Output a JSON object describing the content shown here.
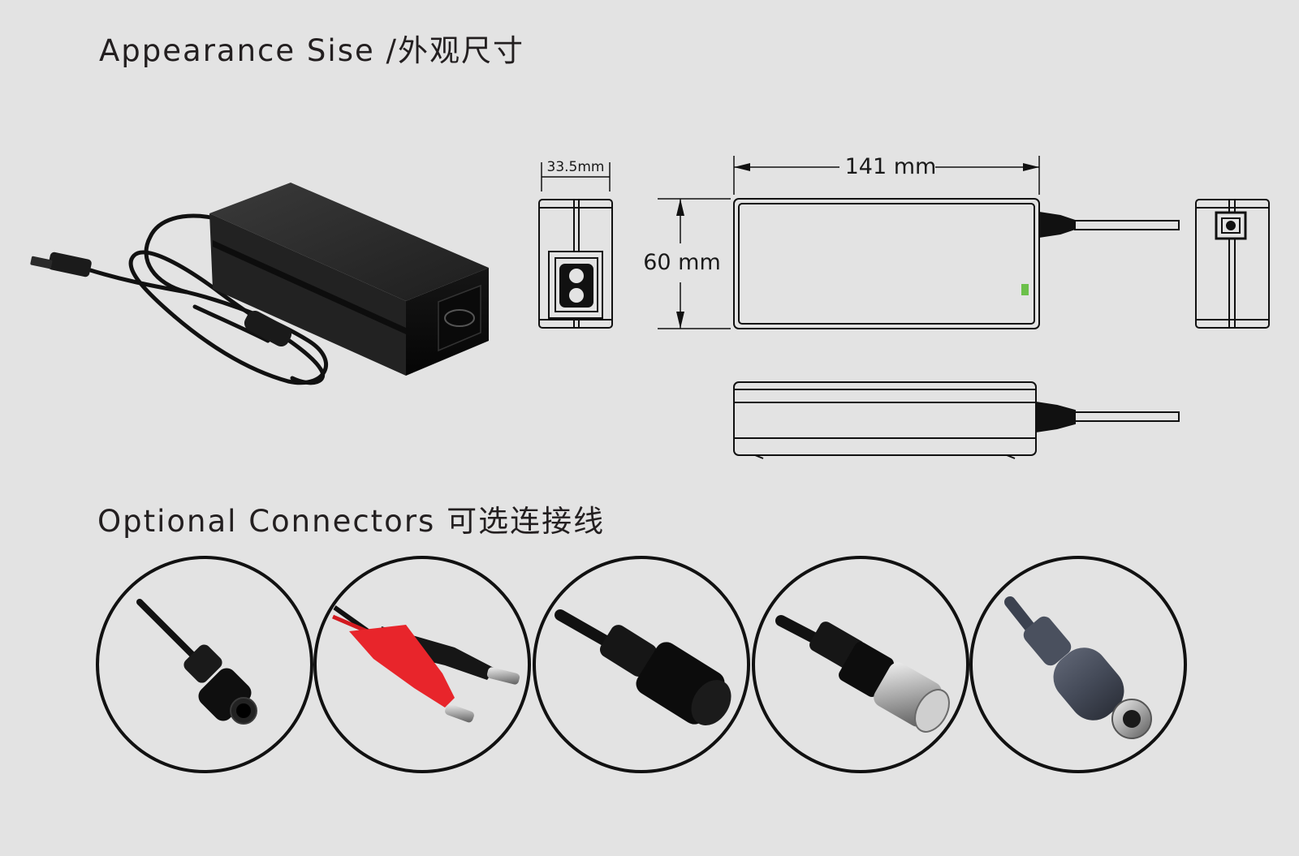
{
  "headings": {
    "appearance": "Appearance Sise  /外观尺寸",
    "connectors": "Optional  Connectors 可选连接线"
  },
  "dimensions": {
    "width_label": "33.5mm",
    "length_label": "141 mm",
    "height_label": "60 mm"
  },
  "colors": {
    "background": "#e3e3e3",
    "outline": "#111111",
    "led": "#6cc04a",
    "clip_red": "#e8252b",
    "adapter_body": "#1c1c1c"
  },
  "connectors": [
    {
      "icon": "round-3pin-plug-icon"
    },
    {
      "icon": "alligator-clips-icon"
    },
    {
      "icon": "xlr-female-icon"
    },
    {
      "icon": "xlr-male-icon"
    },
    {
      "icon": "gray-round-plug-icon"
    }
  ]
}
